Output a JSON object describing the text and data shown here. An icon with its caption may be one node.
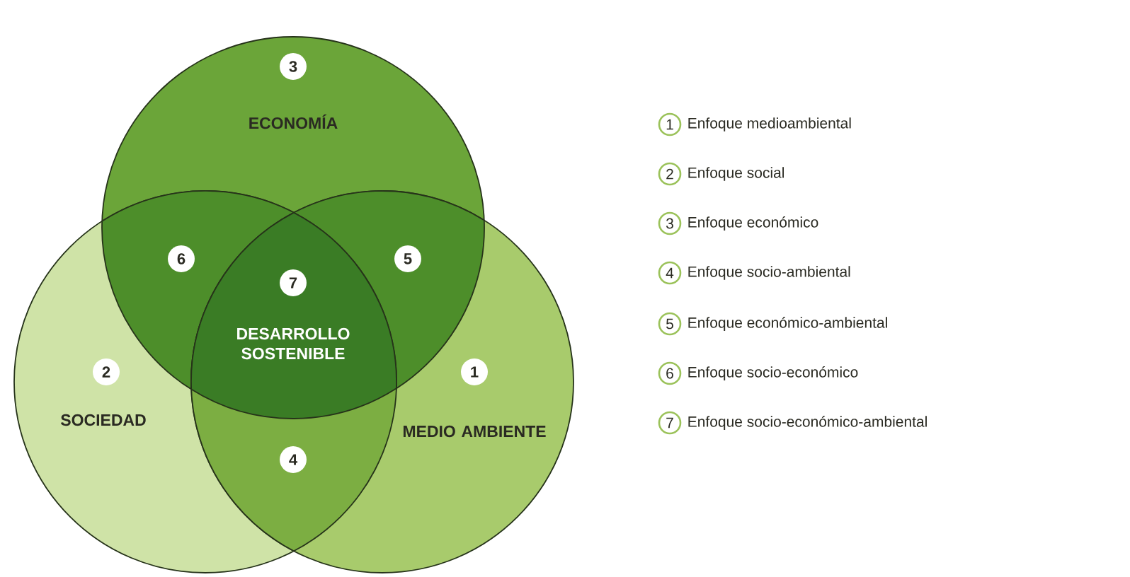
{
  "diagram": {
    "nodes": [
      {
        "text": [
          "3",
          "ECONOMÍA"
        ]
      },
      {
        "text": [
          "2",
          "SOCIEDAD"
        ]
      },
      {
        "text": [
          "1",
          "MEDIO AMBIENTE"
        ]
      },
      {
        "text": [
          "6"
        ]
      },
      {
        "text": [
          "5"
        ]
      },
      {
        "text": [
          "4"
        ]
      },
      {
        "text": [
          "7",
          "DESARROLLO SOSTENIBLE"
        ]
      },
      {
        "text": [
          "1"
        ],
        "beside": [
          "Enfoque medioambiental"
        ]
      },
      {
        "text": [
          "2"
        ],
        "beside": [
          "Enfoque social"
        ]
      },
      {
        "text": [
          "3"
        ],
        "beside": [
          "Enfoque económico"
        ]
      },
      {
        "text": [
          "4"
        ],
        "beside": [
          "Enfoque socio-ambiental"
        ]
      },
      {
        "text": [
          "5"
        ],
        "beside": [
          "Enfoque económico-ambiental"
        ]
      },
      {
        "text": [
          "6"
        ],
        "beside": [
          "Enfoque socio-económico"
        ]
      },
      {
        "text": [
          "7"
        ],
        "beside": [
          "Enfoque socio-económico-ambiental"
        ]
      }
    ]
  }
}
